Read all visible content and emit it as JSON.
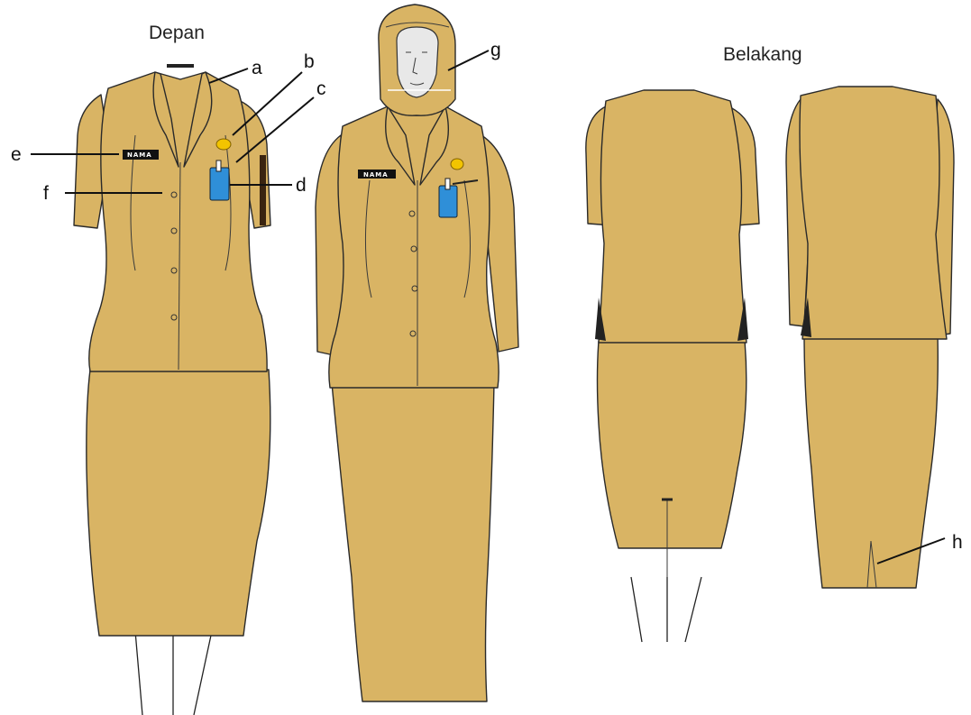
{
  "headings": {
    "front": "Depan",
    "back": "Belakang"
  },
  "callouts": {
    "a": "a",
    "b": "b",
    "c": "c",
    "d": "d",
    "e": "e",
    "f": "f",
    "g": "g",
    "h": "h"
  },
  "name_tag_text": "NAMA",
  "colors": {
    "fabric": "#d9b464",
    "outline": "#2a2a2a",
    "id_card": "#2f8fd8",
    "badge": "#f2c400",
    "name_tag": "#111111",
    "face": "#e8e8e8"
  }
}
